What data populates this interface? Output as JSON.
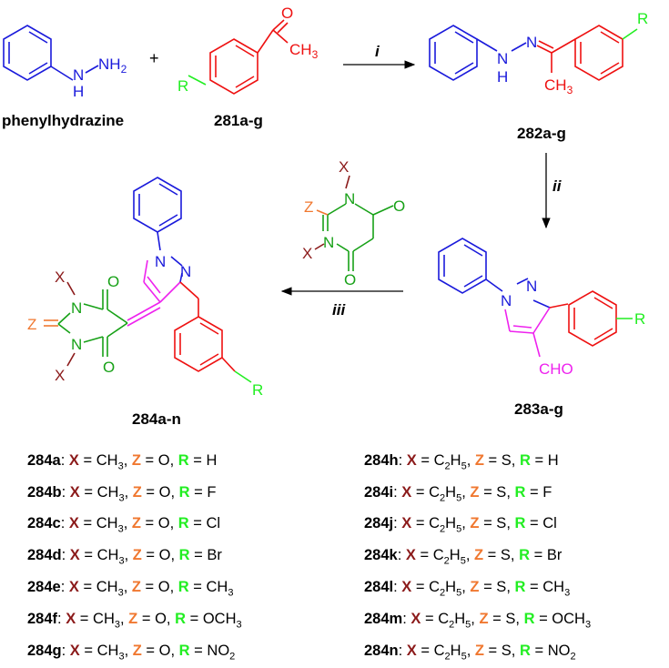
{
  "colors": {
    "blue": "#1a1adb",
    "red": "#ee1111",
    "green": "#17a117",
    "lime": "#22ee22",
    "magenta": "#ee22ee",
    "orange": "#f07830",
    "darkred": "#8b1a1a"
  },
  "compounds": {
    "phenylhydrazine": "phenylhydrazine",
    "c281": "281a-g",
    "c282": "282a-g",
    "c283": "283a-g",
    "c284": "284a-n"
  },
  "reagents": {
    "i": "i",
    "ii": "ii",
    "iii": "iii"
  },
  "plus": "+",
  "atoms": {
    "N": "N",
    "H": "H",
    "NH": "NH",
    "two": "2",
    "O": "O",
    "CH": "CH",
    "three": "3",
    "R": "R",
    "X": "X",
    "Z": "Z",
    "CHO": "CHO"
  },
  "key": {
    "X": "X",
    "Z": "Z",
    "R": "R"
  },
  "substituents_left": [
    {
      "id": "284a",
      "x": "CH3",
      "z": "O",
      "r": "H"
    },
    {
      "id": "284b",
      "x": "CH3",
      "z": "O",
      "r": "F"
    },
    {
      "id": "284c",
      "x": "CH3",
      "z": "O",
      "r": "Cl"
    },
    {
      "id": "284d",
      "x": "CH3",
      "z": "O",
      "r": "Br"
    },
    {
      "id": "284e",
      "x": "CH3",
      "z": "O",
      "r": "CH3"
    },
    {
      "id": "284f",
      "x": "CH3",
      "z": "O",
      "r": "OCH3"
    },
    {
      "id": "284g",
      "x": "CH3",
      "z": "O",
      "r": "NO2"
    }
  ],
  "substituents_right": [
    {
      "id": "284h",
      "x": "C2H5",
      "z": "S",
      "r": "H"
    },
    {
      "id": "284i",
      "x": "C2H5",
      "z": "S",
      "r": "F"
    },
    {
      "id": "284j",
      "x": "C2H5",
      "z": "S",
      "r": "Cl"
    },
    {
      "id": "284k",
      "x": "C2H5",
      "z": "S",
      "r": "Br"
    },
    {
      "id": "284l",
      "x": "C2H5",
      "z": "S",
      "r": "CH3"
    },
    {
      "id": "284m",
      "x": "C2H5",
      "z": "S",
      "r": "OCH3"
    },
    {
      "id": "284n",
      "x": "C2H5",
      "z": "S",
      "r": "NO2"
    }
  ]
}
